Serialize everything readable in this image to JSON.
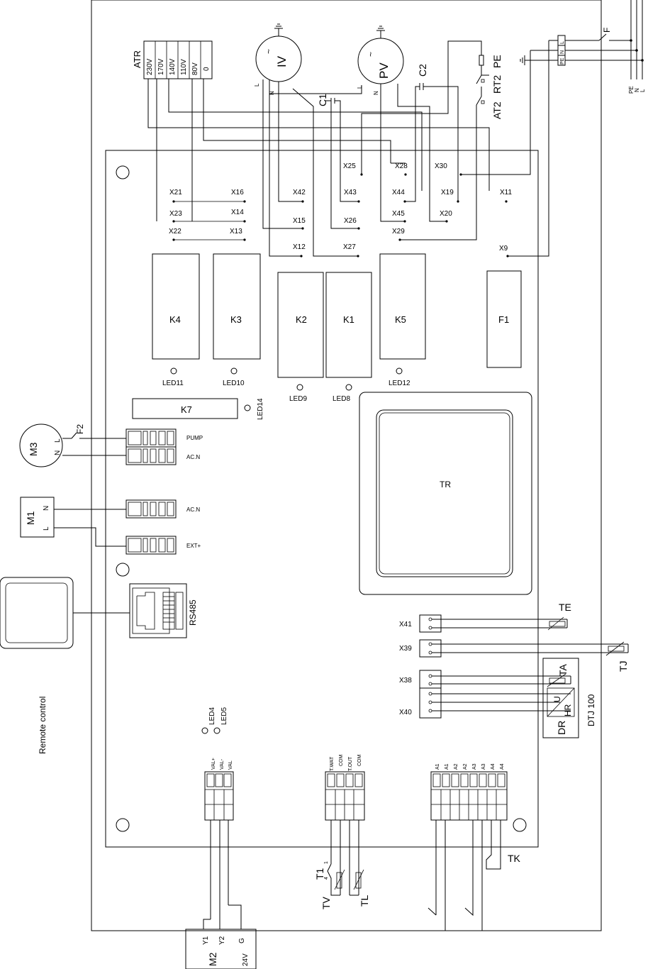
{
  "diagram": {
    "terminals": {
      "x21": "X21",
      "x16": "X16",
      "x42": "X42",
      "x43": "X43",
      "x44": "X44",
      "x19": "X19",
      "x11": "X11",
      "x23": "X23",
      "x14": "X14",
      "x15": "X15",
      "x26": "X26",
      "x45": "X45",
      "x20": "X20",
      "x22": "X22",
      "x13": "X13",
      "x29": "X29",
      "x12": "X12",
      "x27": "X27",
      "x9": "X9",
      "x25": "X25",
      "x28": "X28",
      "x30": "X30"
    },
    "relays": {
      "k4": "K4",
      "k3": "K3",
      "k2": "K2",
      "k1": "K1",
      "k5": "K5",
      "f1": "F1",
      "k7": "K7"
    },
    "leds": {
      "led11": "LED11",
      "led10": "LED10",
      "led9": "LED9",
      "led8": "LED8",
      "led12": "LED12",
      "led14": "LED14",
      "led4": "LED4",
      "led5": "LED5"
    },
    "transformer": "TR",
    "atr": {
      "title": "ATR",
      "taps": [
        "230V",
        "170V",
        "140V",
        "110V",
        "80V",
        "0"
      ]
    },
    "fans": {
      "iv": "IV",
      "pv": "PV",
      "l": "L",
      "n": "N"
    },
    "capacitors": {
      "c1": "C1",
      "c2": "C2"
    },
    "thermostats": {
      "pe": "PE",
      "rt2": "RT2",
      "at2": "AT2"
    },
    "supply": {
      "f": "F",
      "pe": "PE",
      "n": "N",
      "l": "L"
    },
    "m3": {
      "name": "M3",
      "l": "L",
      "n": "N",
      "fuse": "F2"
    },
    "m1": {
      "name": "M1",
      "l": "L",
      "n": "N"
    },
    "connectors": {
      "pump": "PUMP",
      "acn1": "AC.N",
      "acn2": "AC.N",
      "ext": "EXT+",
      "rs485": "RS485"
    },
    "remote": "Remote control",
    "sensors": {
      "x41": "X41",
      "x39": "X39",
      "x38": "X38",
      "x40": "X40",
      "te": "TE",
      "tj": "TJ",
      "ta": "TA",
      "u": "U",
      "hr": "HR",
      "dr": "DR",
      "dtj": "DTJ 100"
    },
    "valve_terminals": [
      "VAL+",
      "VAL-",
      "VAL"
    ],
    "temp_terminals": [
      "T.WAT",
      "COM",
      "T.OUT",
      "COM"
    ],
    "a_terminals": [
      "A1",
      "A1",
      "A2",
      "A2",
      "A3",
      "A3",
      "A4",
      "A4"
    ],
    "bottom": {
      "t1": "T1",
      "tv": "TV",
      "tl": "TL",
      "tk": "TK",
      "four": "4",
      "one": "1"
    },
    "m2": {
      "name": "M2",
      "y1": "Y1",
      "y2": "Y2",
      "g": "G",
      "v24": "24V"
    }
  }
}
